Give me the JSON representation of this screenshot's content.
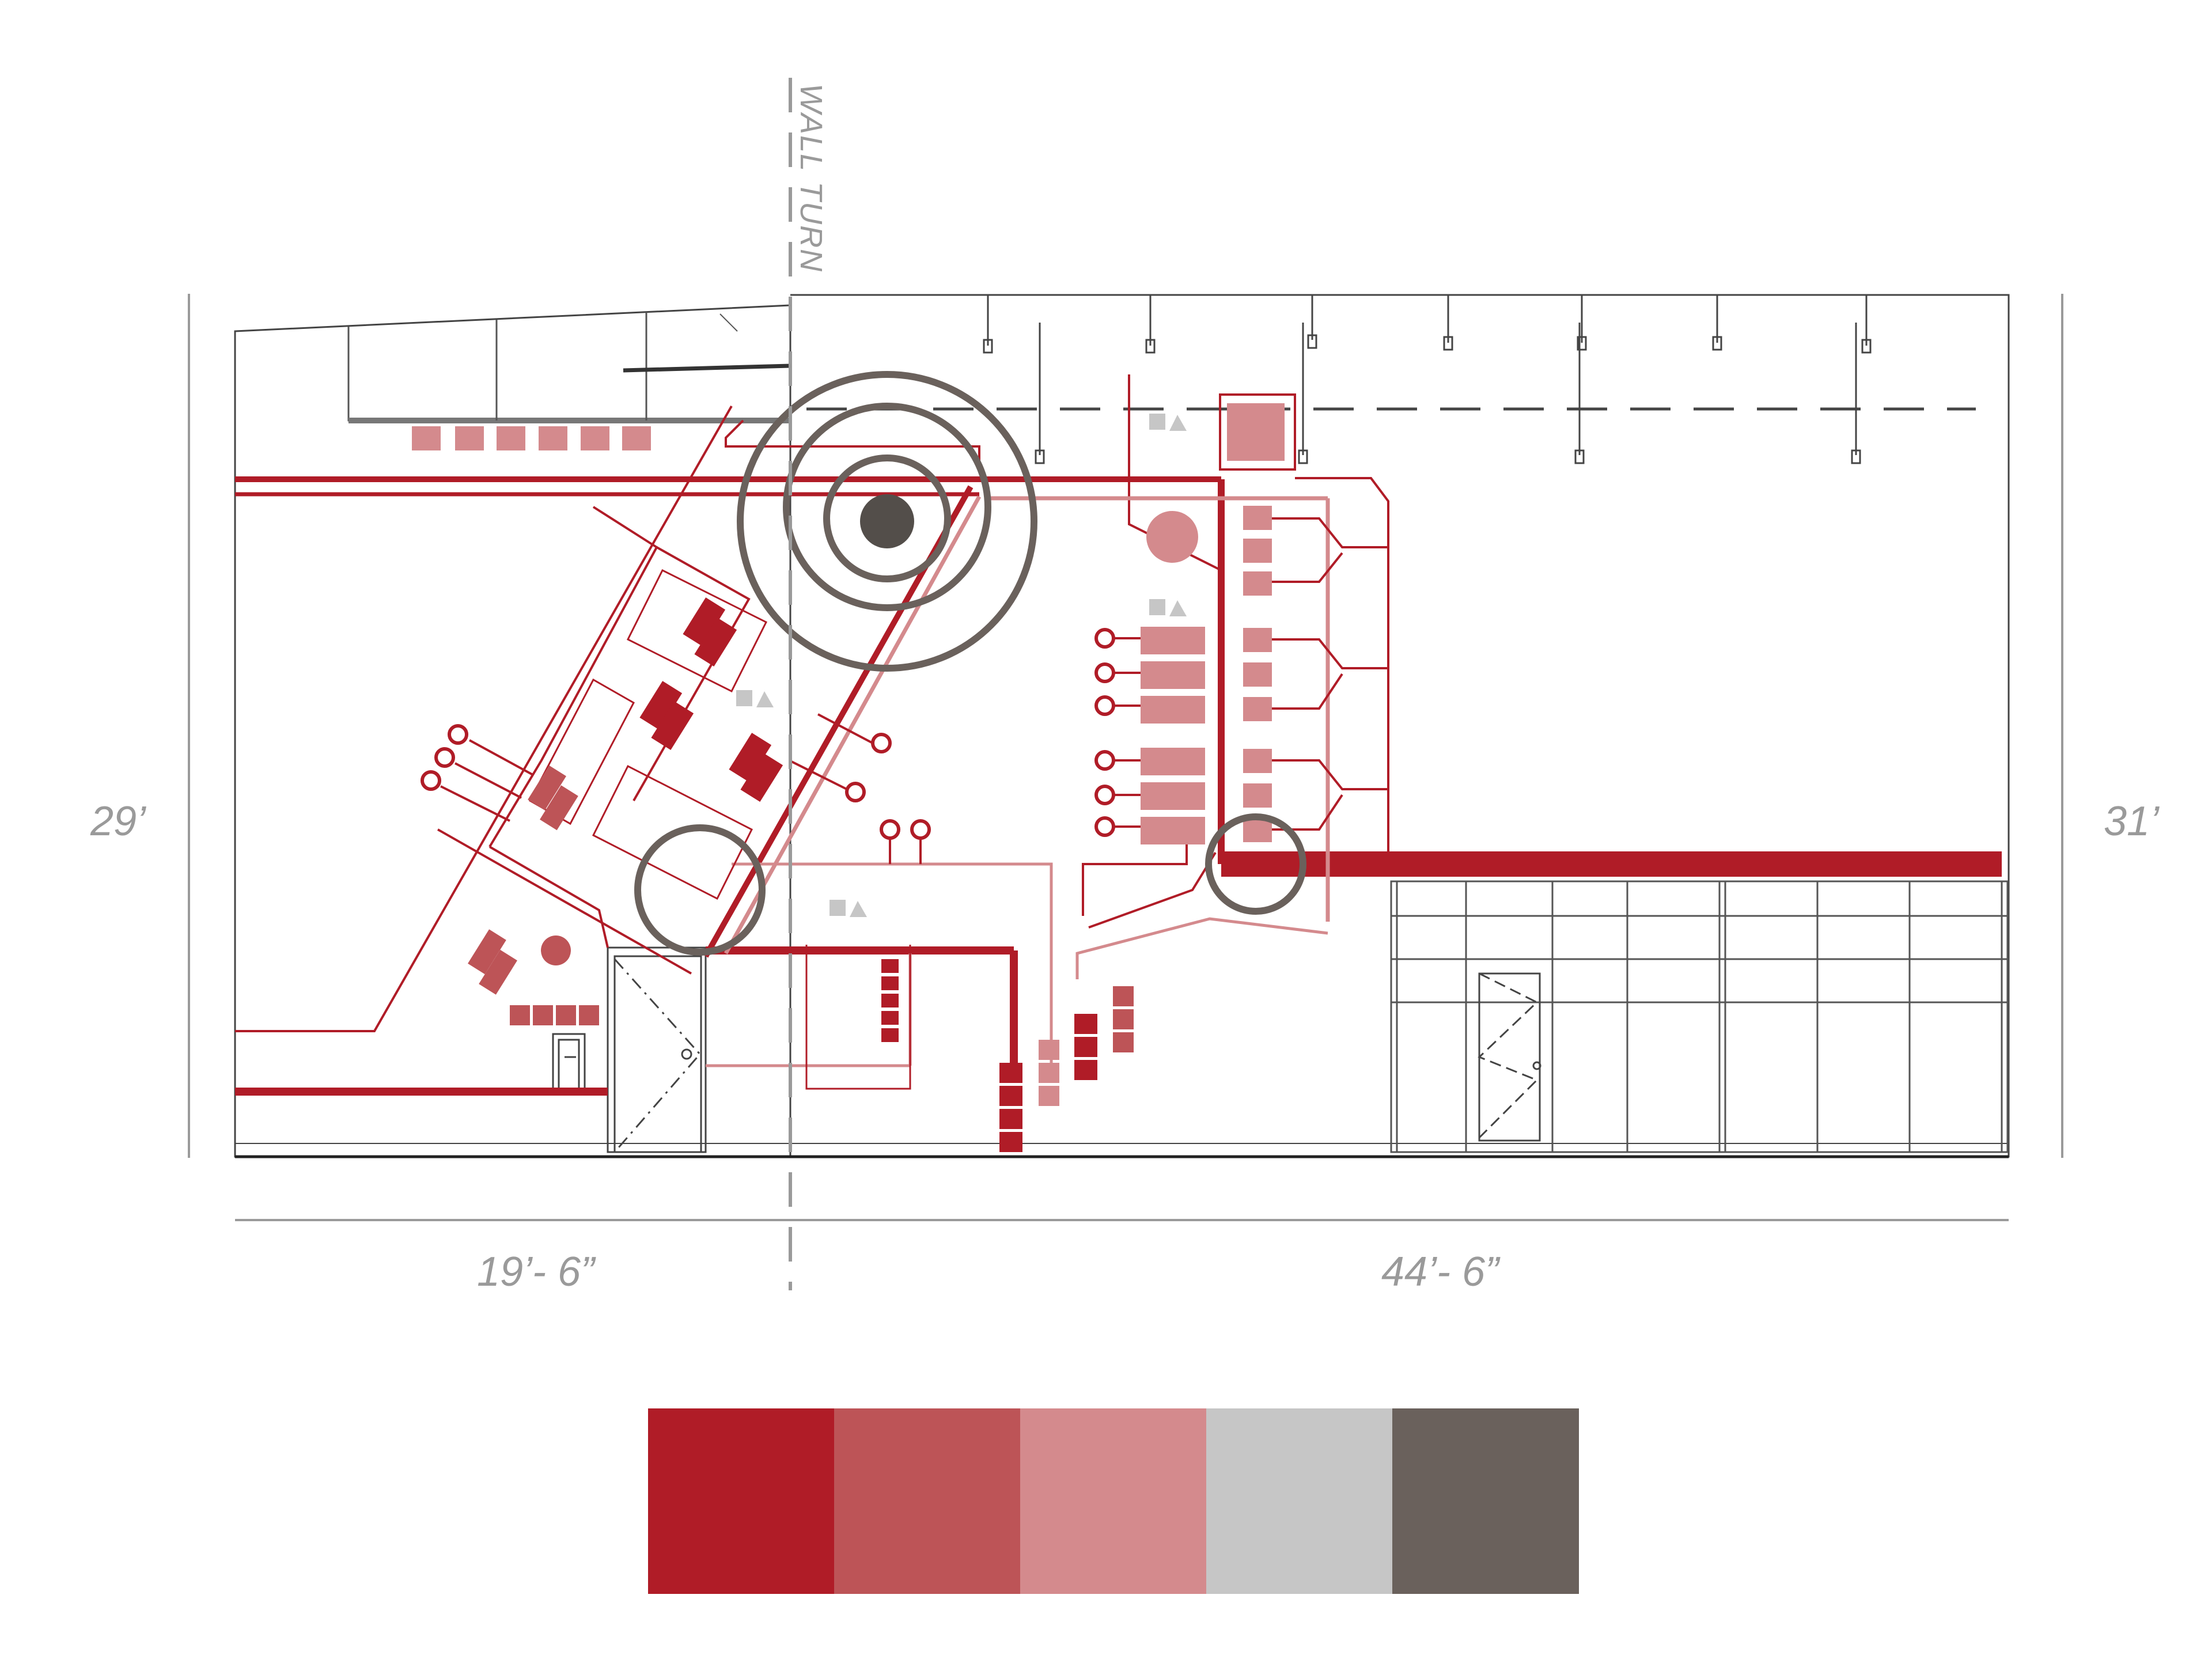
{
  "labels": {
    "wall_turn": "WALL TURN",
    "height_left": "29’",
    "height_right": "31’",
    "width_left": "19’- 6”",
    "width_right": "44’- 6”"
  },
  "colors": {
    "primary_red": "#b01c27",
    "medium_red": "#bd5457",
    "light_red": "#d48a8d",
    "light_gray": "#c6c6c6",
    "dark_gray": "#6a615c",
    "line": "#333333"
  },
  "palette": [
    {
      "name": "primary-red",
      "hex": "#b01c27"
    },
    {
      "name": "medium-red",
      "hex": "#bd5457"
    },
    {
      "name": "light-red",
      "hex": "#d48a8d"
    },
    {
      "name": "light-gray",
      "hex": "#c6c6c6"
    },
    {
      "name": "dark-gray",
      "hex": "#6a615c"
    }
  ]
}
